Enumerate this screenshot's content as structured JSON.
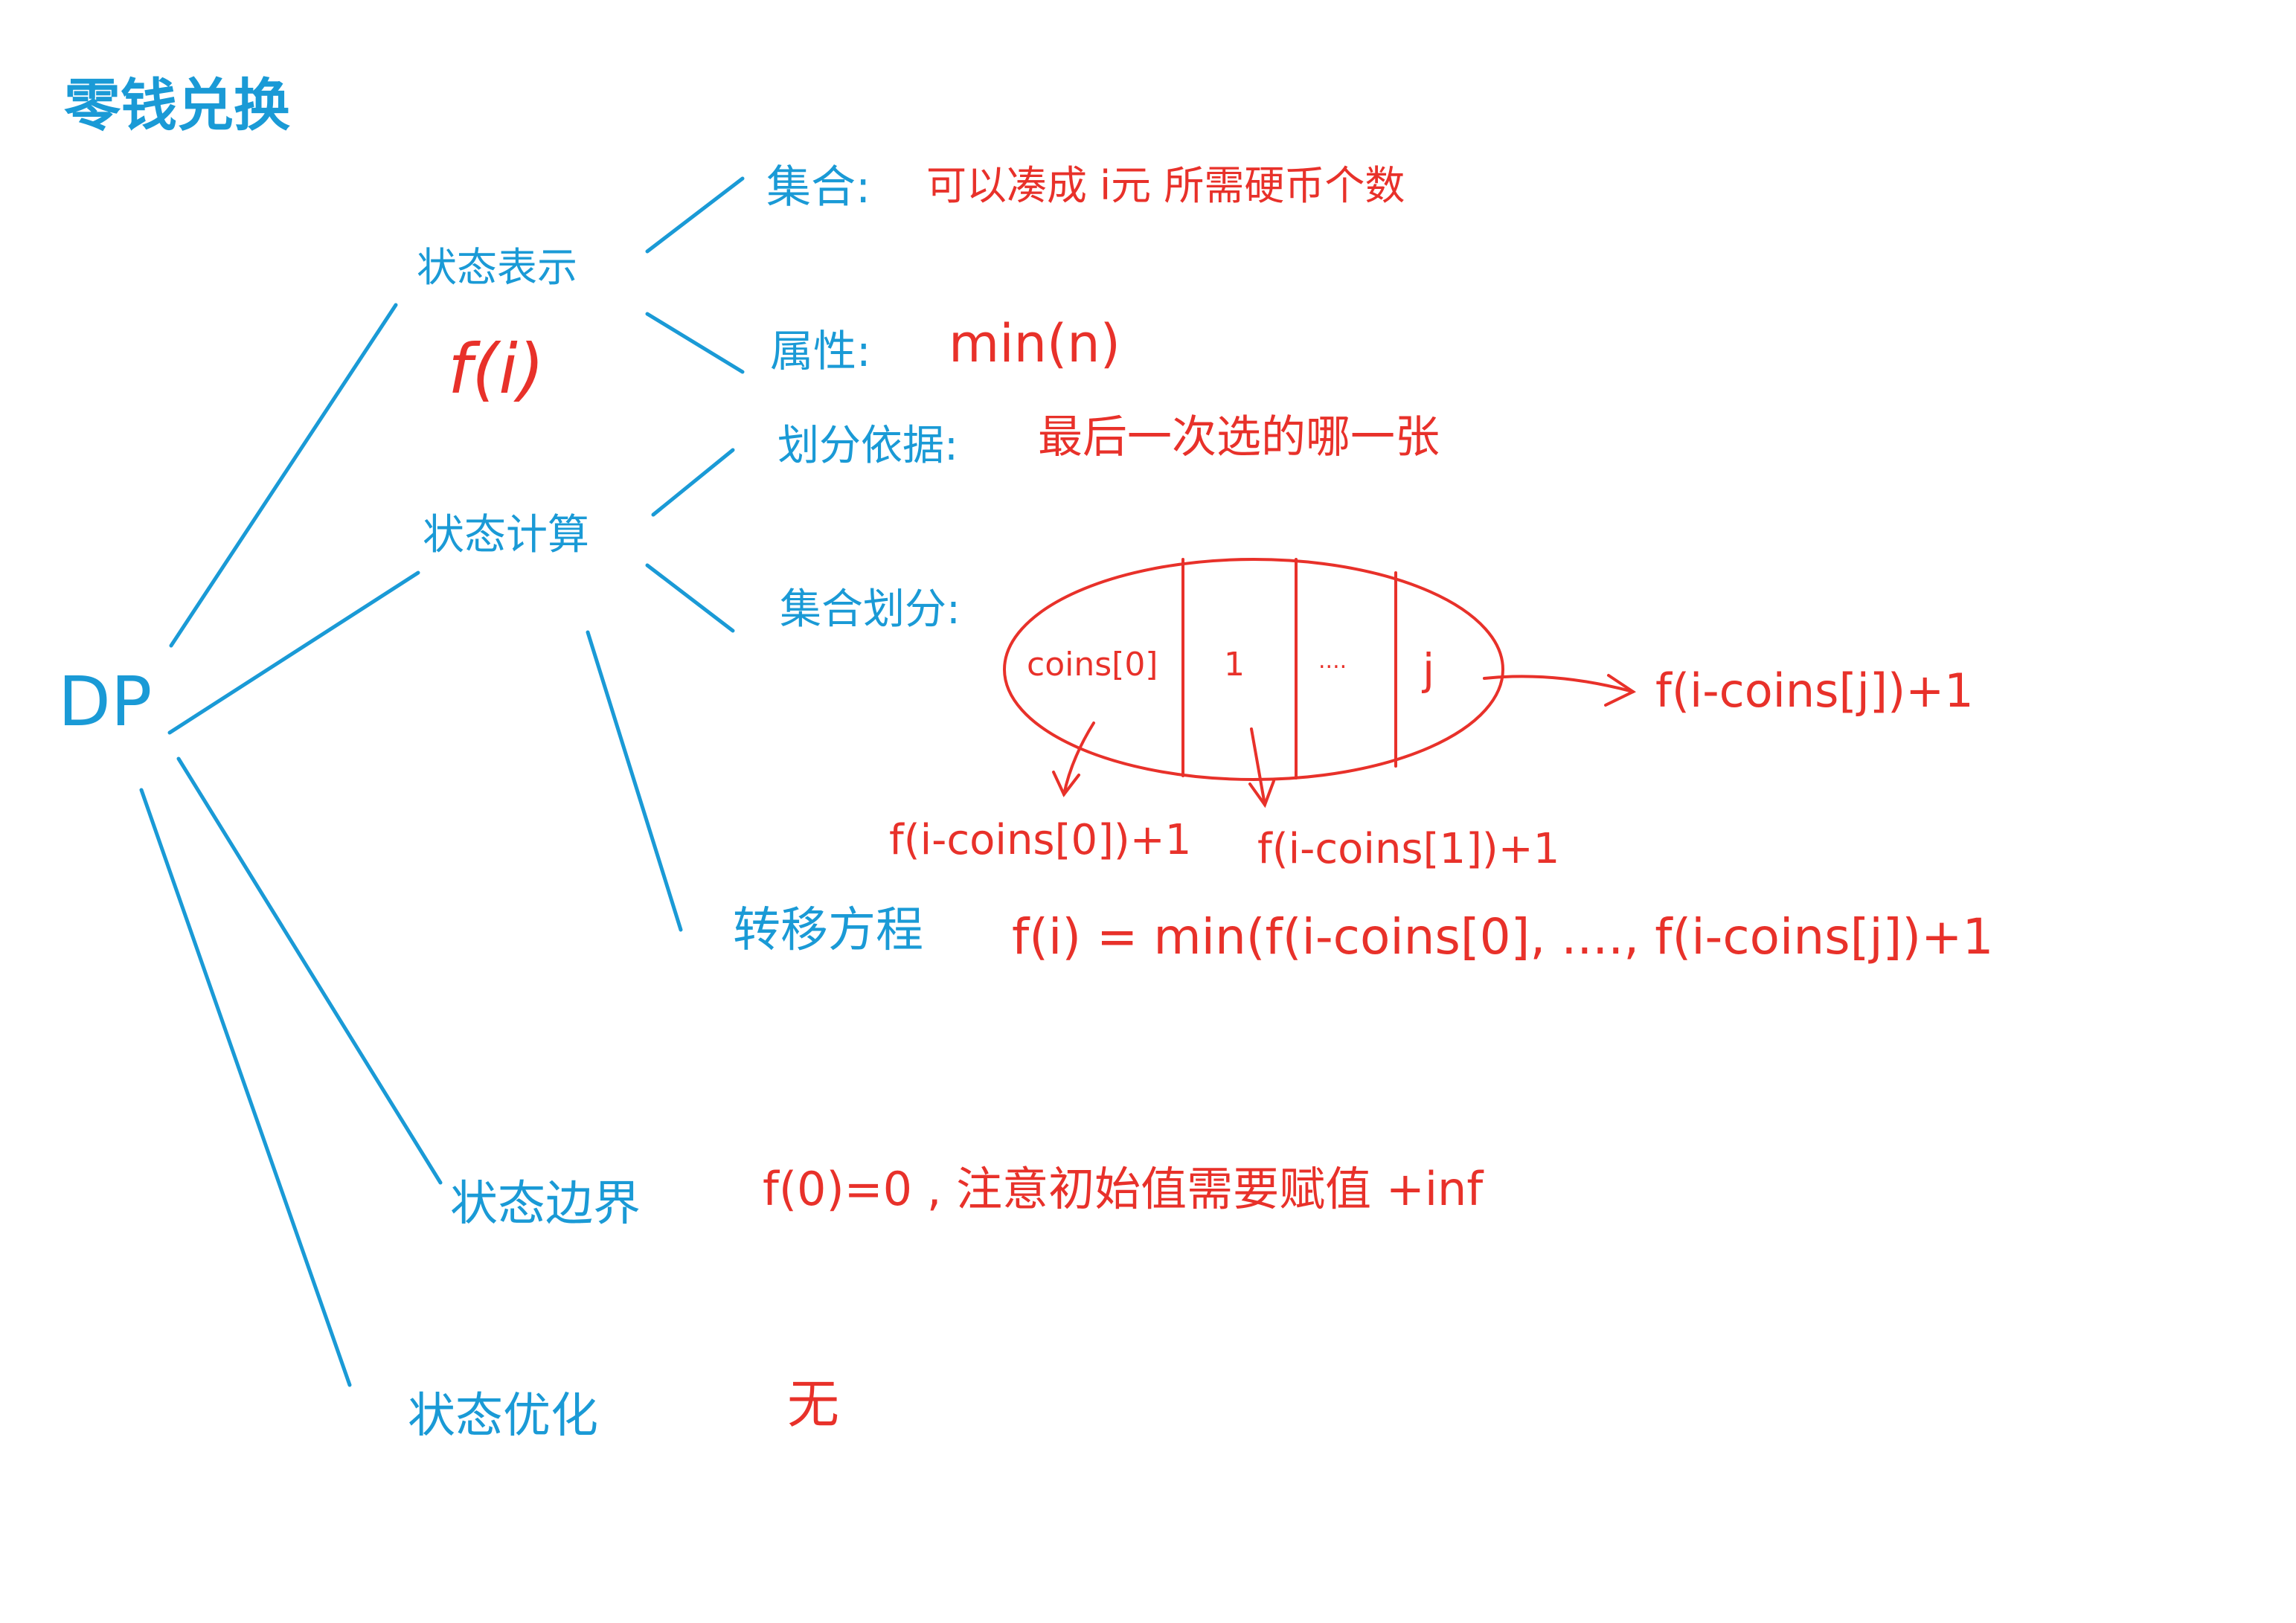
{
  "title": "零钱兑换",
  "root": "DP",
  "state_representation": {
    "label": "状态表示",
    "notation": "f(i)",
    "set_label": "集合:",
    "set_value": "可以凑成 i元 所需硬币个数",
    "attribute_label": "属性:",
    "attribute_value": "min(n)"
  },
  "state_computation": {
    "label": "状态计算",
    "basis_label": "划分依据:",
    "basis_value": "最后一次选的哪一张",
    "partition_label": "集合划分:",
    "partition_cells": [
      "coins[0]",
      "1",
      "....",
      "j"
    ],
    "partition_results": {
      "cell0": "f(i-coins[0])+1",
      "cell1": "f(i-coins[1])+1",
      "cellj": "f(i-coins[j])+1"
    },
    "transition_label": "转移方程",
    "transition_value": "f(i) = min(f(i-coins[0], ...., f(i-coins[j])+1"
  },
  "state_boundary": {
    "label": "状态边界",
    "value": "f(0)=0 , 注意初始值需要赋值 +inf"
  },
  "state_optimization": {
    "label": "状态优化",
    "value": "无"
  },
  "colors": {
    "blue": "#1a9ad6",
    "red": "#e8312a"
  }
}
